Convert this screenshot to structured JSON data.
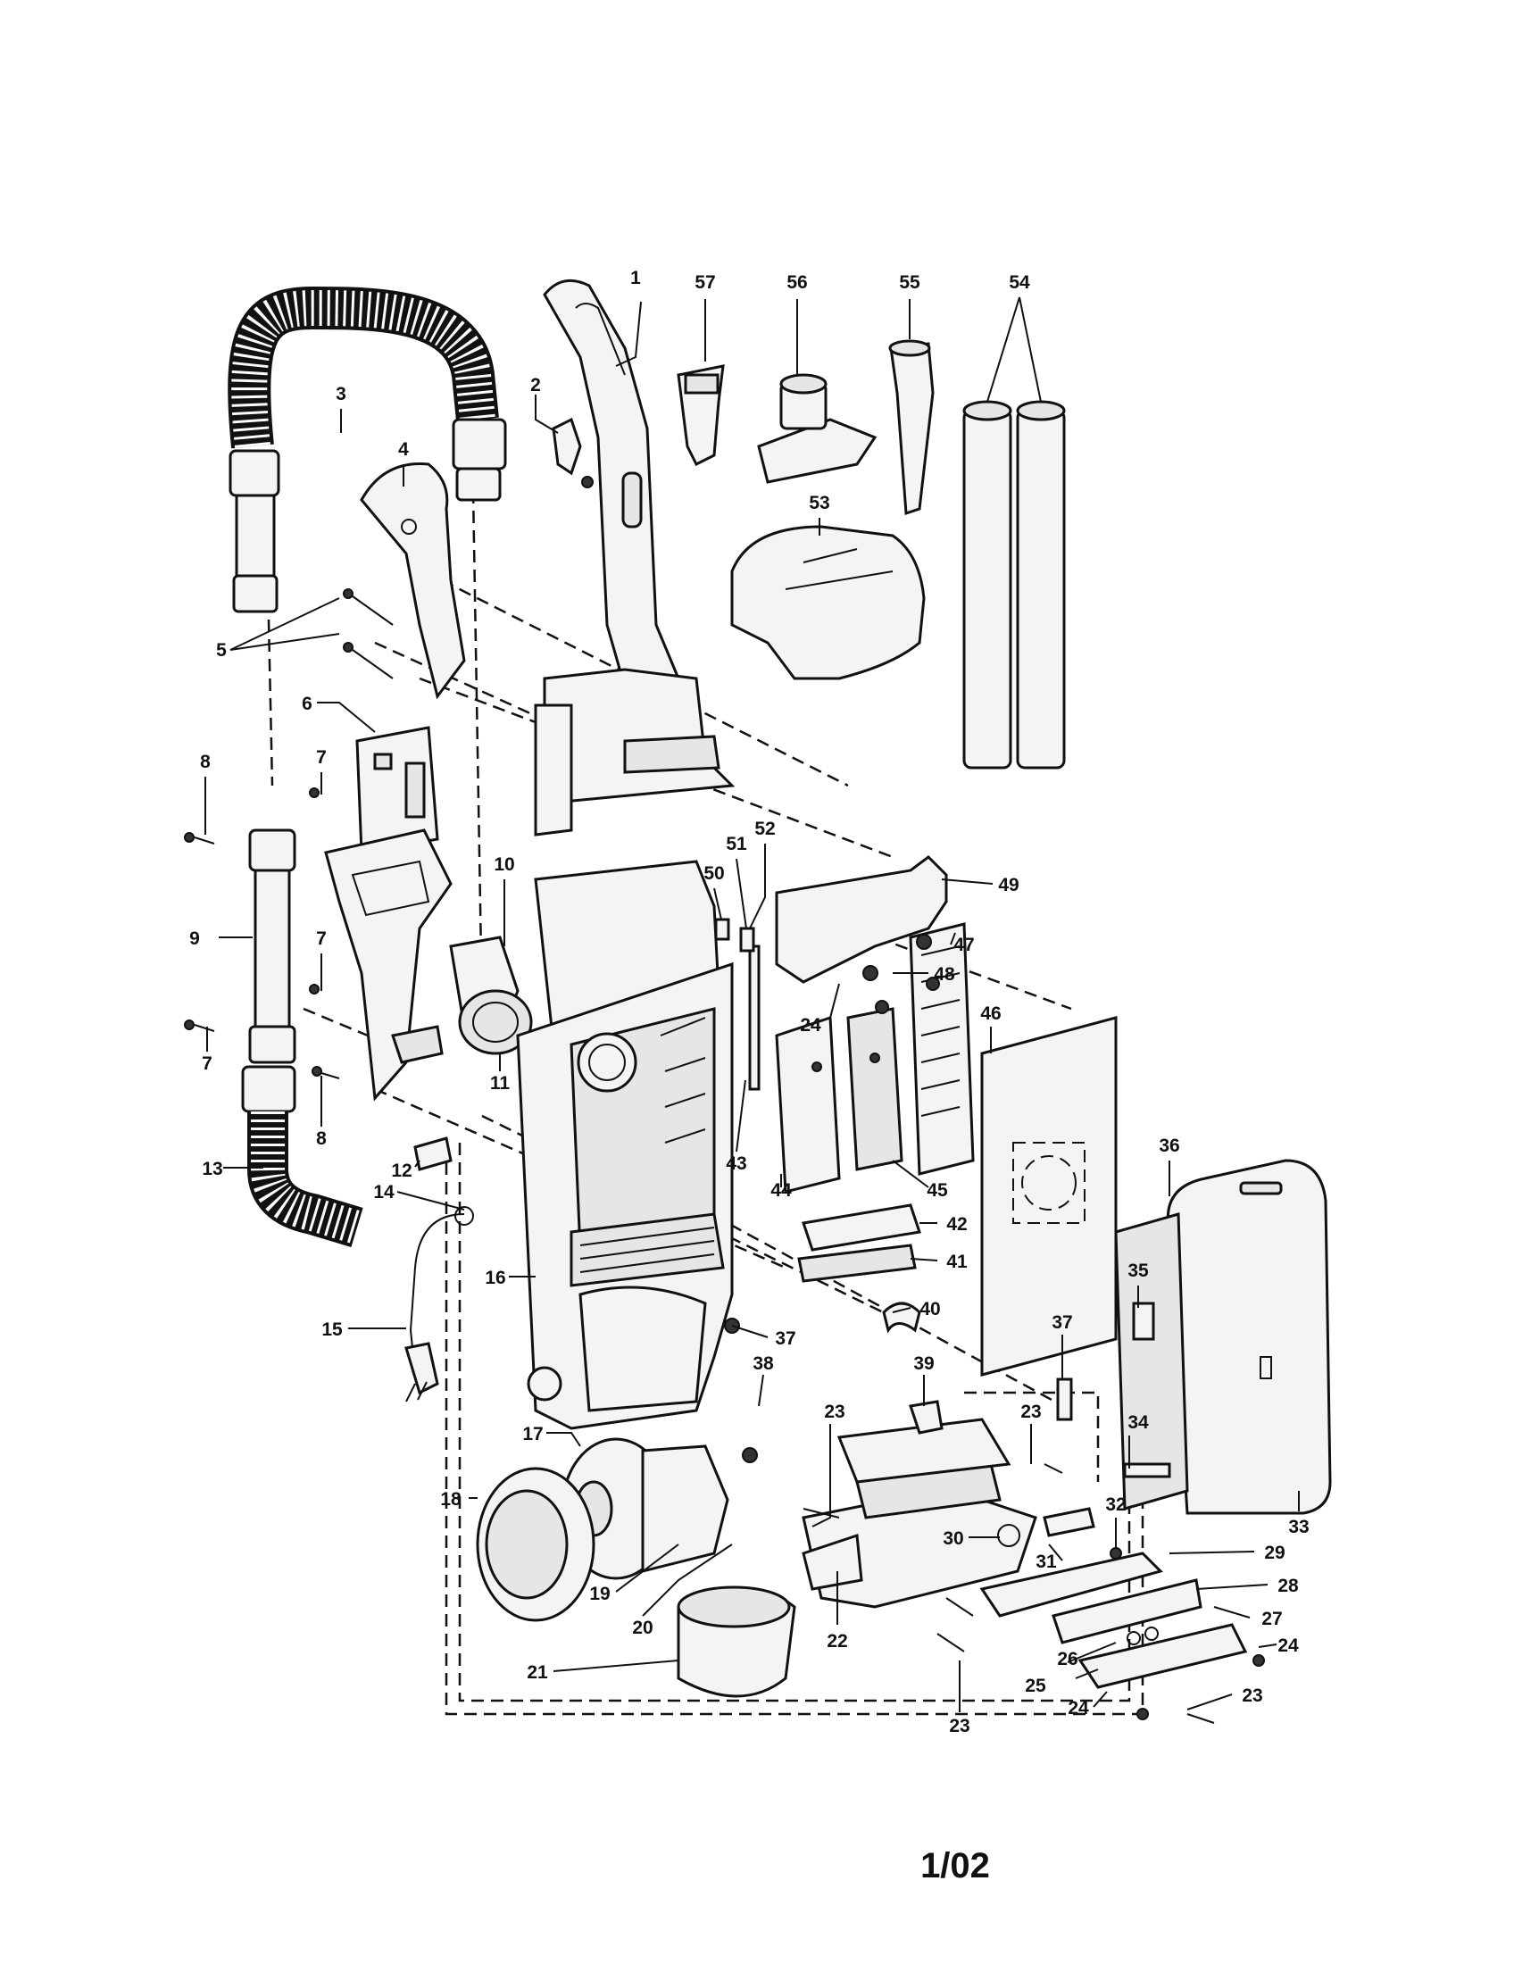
{
  "callouts": [
    {
      "id": "c1",
      "label": "1"
    },
    {
      "id": "c2",
      "label": "2"
    },
    {
      "id": "c3",
      "label": "3"
    },
    {
      "id": "c4",
      "label": "4"
    },
    {
      "id": "c5",
      "label": "5"
    },
    {
      "id": "c6",
      "label": "6"
    },
    {
      "id": "c7a",
      "label": "7"
    },
    {
      "id": "c7b",
      "label": "7"
    },
    {
      "id": "c7c",
      "label": "7"
    },
    {
      "id": "c8a",
      "label": "8"
    },
    {
      "id": "c8b",
      "label": "8"
    },
    {
      "id": "c9",
      "label": "9"
    },
    {
      "id": "c10",
      "label": "10"
    },
    {
      "id": "c11",
      "label": "11"
    },
    {
      "id": "c12",
      "label": "12"
    },
    {
      "id": "c13",
      "label": "13"
    },
    {
      "id": "c14",
      "label": "14"
    },
    {
      "id": "c15",
      "label": "15"
    },
    {
      "id": "c16",
      "label": "16"
    },
    {
      "id": "c17",
      "label": "17"
    },
    {
      "id": "c18",
      "label": "18"
    },
    {
      "id": "c19",
      "label": "19"
    },
    {
      "id": "c20",
      "label": "20"
    },
    {
      "id": "c21",
      "label": "21"
    },
    {
      "id": "c22",
      "label": "22"
    },
    {
      "id": "c23a",
      "label": "23"
    },
    {
      "id": "c23b",
      "label": "23"
    },
    {
      "id": "c23c",
      "label": "23"
    },
    {
      "id": "c23d",
      "label": "23"
    },
    {
      "id": "c24a",
      "label": "24"
    },
    {
      "id": "c24b",
      "label": "24"
    },
    {
      "id": "c24c",
      "label": "24"
    },
    {
      "id": "c25",
      "label": "25"
    },
    {
      "id": "c26",
      "label": "26"
    },
    {
      "id": "c27",
      "label": "27"
    },
    {
      "id": "c28",
      "label": "28"
    },
    {
      "id": "c29",
      "label": "29"
    },
    {
      "id": "c30",
      "label": "30"
    },
    {
      "id": "c31",
      "label": "31"
    },
    {
      "id": "c32",
      "label": "32"
    },
    {
      "id": "c33",
      "label": "33"
    },
    {
      "id": "c34",
      "label": "34"
    },
    {
      "id": "c35",
      "label": "35"
    },
    {
      "id": "c36",
      "label": "36"
    },
    {
      "id": "c37a",
      "label": "37"
    },
    {
      "id": "c37b",
      "label": "37"
    },
    {
      "id": "c38",
      "label": "38"
    },
    {
      "id": "c39",
      "label": "39"
    },
    {
      "id": "c40",
      "label": "40"
    },
    {
      "id": "c41",
      "label": "41"
    },
    {
      "id": "c42",
      "label": "42"
    },
    {
      "id": "c43",
      "label": "43"
    },
    {
      "id": "c44",
      "label": "44"
    },
    {
      "id": "c45",
      "label": "45"
    },
    {
      "id": "c46",
      "label": "46"
    },
    {
      "id": "c47",
      "label": "47"
    },
    {
      "id": "c48",
      "label": "48"
    },
    {
      "id": "c49",
      "label": "49"
    },
    {
      "id": "c50",
      "label": "50"
    },
    {
      "id": "c51",
      "label": "51"
    },
    {
      "id": "c52",
      "label": "52"
    },
    {
      "id": "c53",
      "label": "53"
    },
    {
      "id": "c54",
      "label": "54"
    },
    {
      "id": "c55",
      "label": "55"
    },
    {
      "id": "c56",
      "label": "56"
    },
    {
      "id": "c57",
      "label": "57"
    }
  ],
  "revision": "1/02"
}
